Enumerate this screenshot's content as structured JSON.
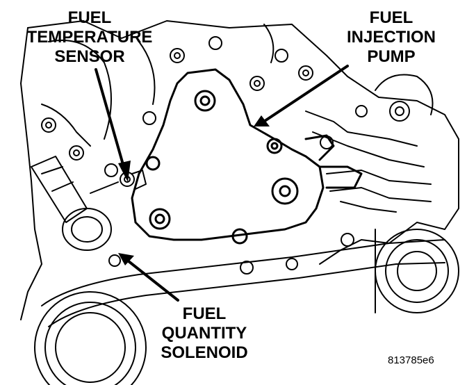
{
  "labels": {
    "fuel_temperature_sensor": [
      "FUEL",
      "TEMPERATURE",
      "SENSOR"
    ],
    "fuel_injection_pump": [
      "FUEL",
      "INJECTION",
      "PUMP"
    ],
    "fuel_quantity_solenoid": [
      "FUEL",
      "QUANTITY",
      "SOLENOID"
    ]
  },
  "figure_id": "813785e6"
}
